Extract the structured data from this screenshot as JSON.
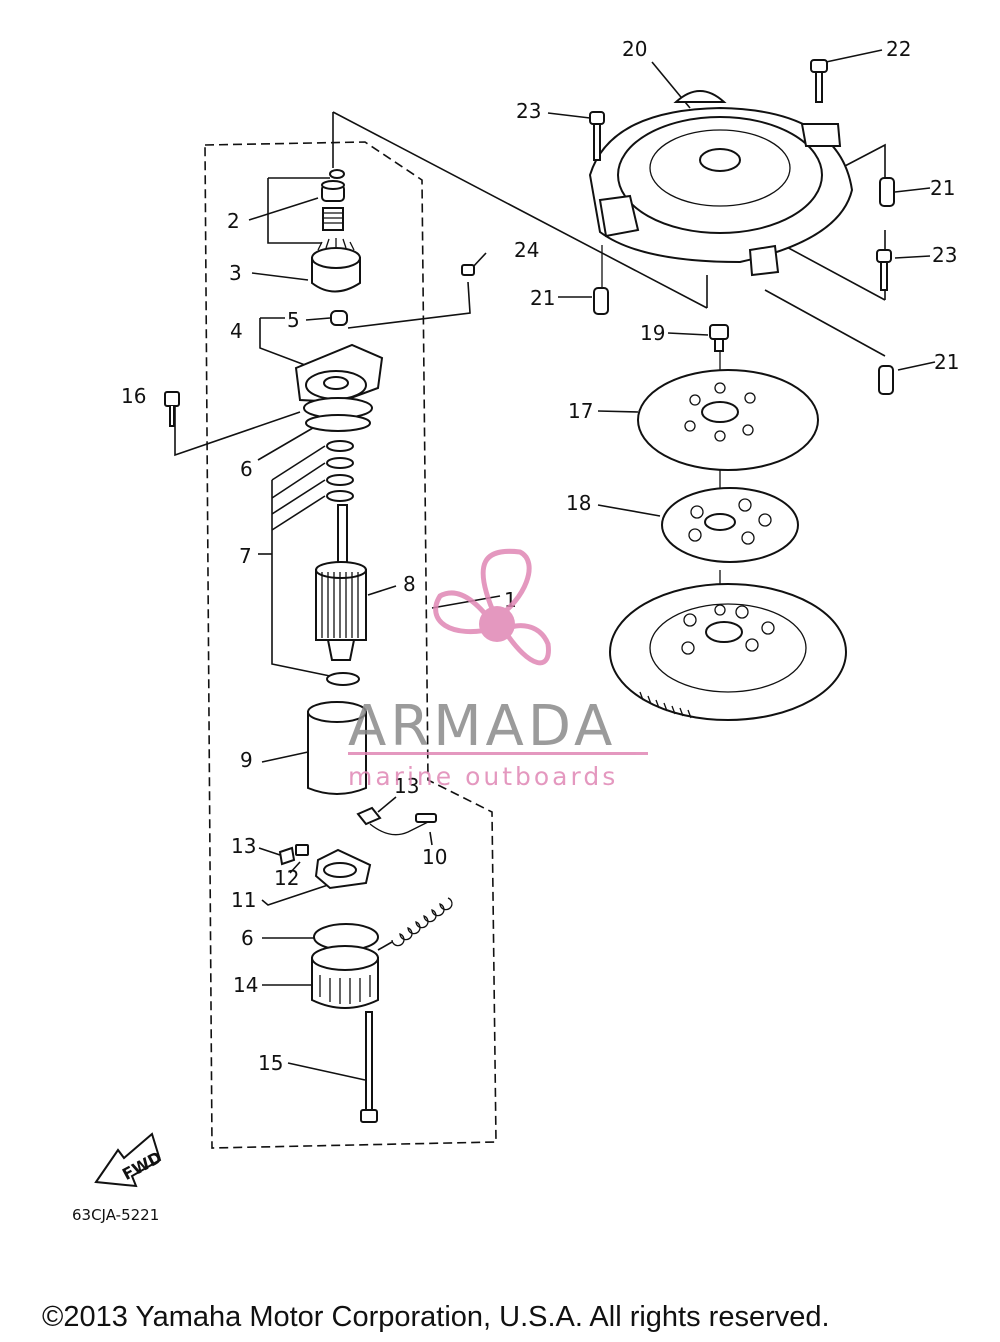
{
  "diagram": {
    "part_labels": {
      "p1": "1",
      "p2": "2",
      "p3": "3",
      "p4": "4",
      "p5": "5",
      "p6a": "6",
      "p6b": "6",
      "p7": "7",
      "p8": "8",
      "p9": "9",
      "p10": "10",
      "p11": "11",
      "p12": "12",
      "p13a": "13",
      "p13b": "13",
      "p14": "14",
      "p15": "15",
      "p16": "16",
      "p17": "17",
      "p18": "18",
      "p19": "19",
      "p20": "20",
      "p21a": "21",
      "p21b": "21",
      "p21c": "21",
      "p22": "22",
      "p23a": "23",
      "p23b": "23",
      "p24": "24"
    },
    "fwd_label": "FWD",
    "drawing_code": "63CJA-5221"
  },
  "watermark": {
    "brand": "ARMADA",
    "tagline": "marine outboards",
    "colors": {
      "primary": "#e087b5",
      "text": "#8a8a8a"
    }
  },
  "footer": {
    "copyright": "©2013 Yamaha Motor Corporation, U.S.A. All rights reserved."
  }
}
